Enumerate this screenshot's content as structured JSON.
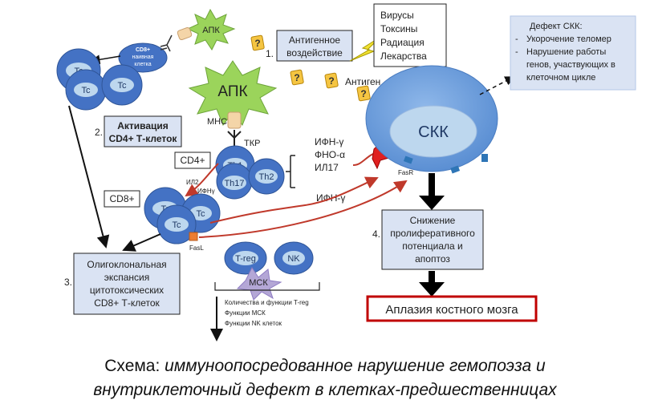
{
  "diagram": {
    "apc_small": "АПК",
    "apc_large": "АПК",
    "antigen_label": "Антиген",
    "unknown_mark": "?",
    "step1": {
      "num": "1.",
      "text_line1": "Антигенное",
      "text_line2": "воздействие"
    },
    "causes": [
      "Вирусы",
      "Токсины",
      "Радиация",
      "Лекарства"
    ],
    "cd8_naive": {
      "line1": "CD8+",
      "line2": "наивная",
      "line3": "клетка"
    },
    "tc": "Tc",
    "mhc": "МНС",
    "tcr": "ТКР",
    "step2": {
      "num": "2.",
      "line1": "Активация",
      "line2": "CD4+ Т-клеток"
    },
    "cd4_label": "CD4+",
    "cd8_label": "CD8+",
    "th1": "Th1",
    "th17": "Th17",
    "th2": "Th2",
    "il2": "ИЛ2",
    "ifng_small": "ИФНγ",
    "cytokines": [
      "ИФН-γ",
      "ФНО-α",
      "ИЛ17"
    ],
    "ifng_tc": "ИФН-γ",
    "fasl": "FasL",
    "fasr": "FasR",
    "hsc": "СКК",
    "defect": {
      "title": "Дефект СКК:",
      "items": [
        "Укорочение теломер",
        "Нарушение работы генов, участвующих в клеточном цикле"
      ]
    },
    "step3": {
      "num": "3.",
      "line1": "Олигоклональная",
      "line2": "экспансия",
      "line3": "цитотоксических",
      "line4": "CD8+ Т-клеток"
    },
    "treg": "T-reg",
    "nk": "NK",
    "msc": "МСК",
    "reduced": [
      "Количества и функции T-reg",
      "Функции МСК",
      "Функции NK клеток"
    ],
    "step4": {
      "num": "4.",
      "line1": "Снижение",
      "line2": "пролиферативного",
      "line3": "потенциала и",
      "line4": "апоптоз"
    },
    "aplasia": "Аплазия костного мозга"
  },
  "caption": {
    "prefix": "Схема: ",
    "line1_italic": "иммуноопосредованное нарушение гемопоэза и",
    "line2_italic": "внутриклеточный дефект в клетках-предшественницах"
  },
  "colors": {
    "cell_blue": "#4472c4",
    "cell_light": "#bdd7ee",
    "hsc_blue": "#6fa0dc",
    "apc_green": "#9bd45b",
    "arrow_red": "#c0392b",
    "aplasia_border": "#c00000",
    "box_fill": "#dae3f3",
    "question_fill": "#f5c542"
  }
}
